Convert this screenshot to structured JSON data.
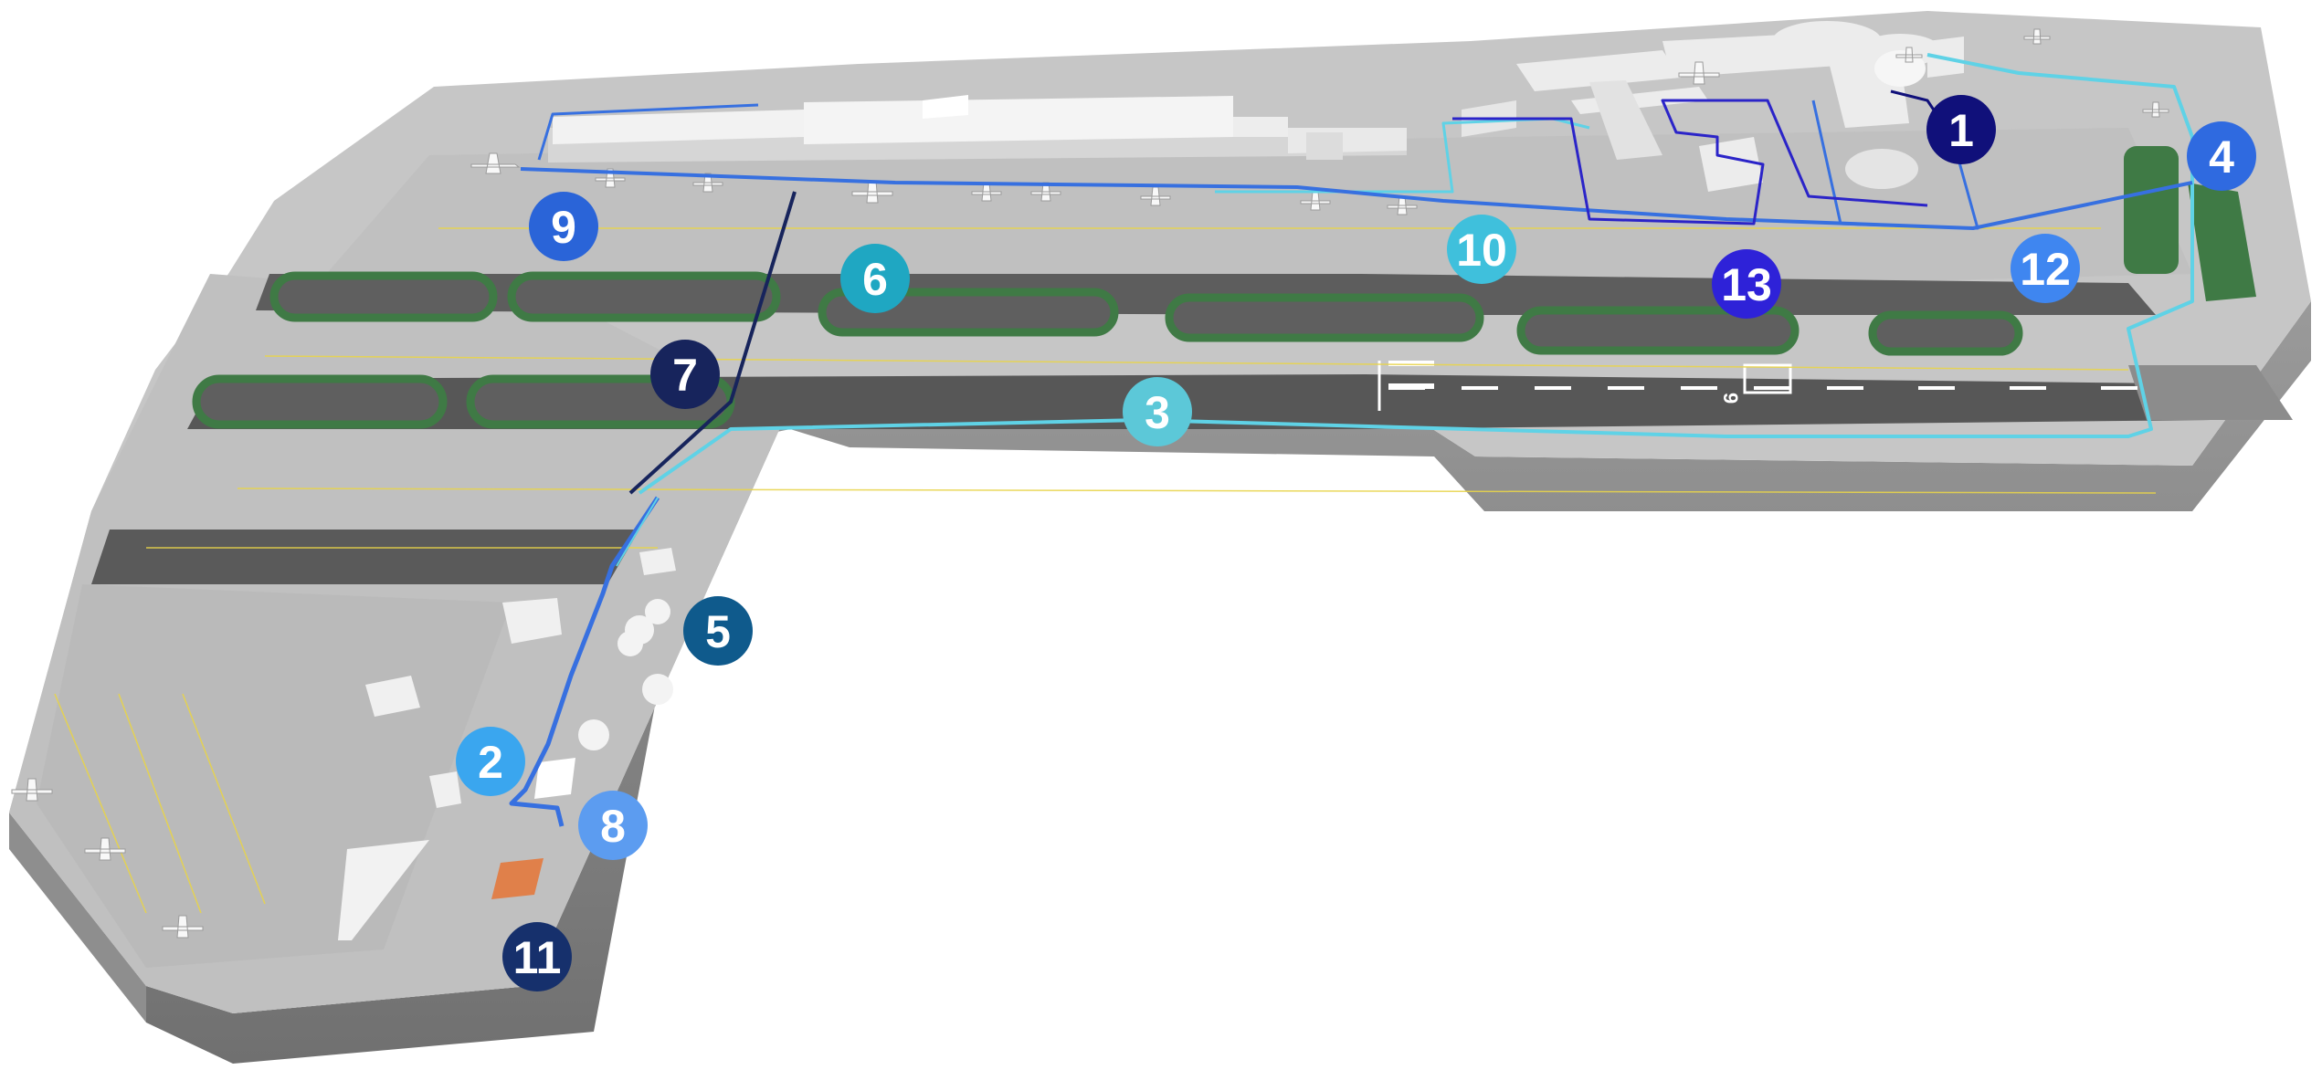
{
  "markers": [
    {
      "id": "1",
      "label": "1",
      "color": "#10107a"
    },
    {
      "id": "2",
      "label": "2",
      "color": "#3aa6ef"
    },
    {
      "id": "3",
      "label": "3",
      "color": "#5cc8d8"
    },
    {
      "id": "4",
      "label": "4",
      "color": "#2f6ae0"
    },
    {
      "id": "5",
      "label": "5",
      "color": "#0f5a8c"
    },
    {
      "id": "6",
      "label": "6",
      "color": "#1fa7c2"
    },
    {
      "id": "7",
      "label": "7",
      "color": "#17245c"
    },
    {
      "id": "8",
      "label": "8",
      "color": "#5c9cf0"
    },
    {
      "id": "9",
      "label": "9",
      "color": "#2a64d8"
    },
    {
      "id": "10",
      "label": "10",
      "color": "#3fc0dc"
    },
    {
      "id": "11",
      "label": "11",
      "color": "#16306c"
    },
    {
      "id": "12",
      "label": "12",
      "color": "#3f86f0"
    },
    {
      "id": "13",
      "label": "13",
      "color": "#2e22d8"
    }
  ],
  "runway_label": "9",
  "colors": {
    "ground": "#c4c4c4",
    "apron": "#b9b9b9",
    "side": "#868686",
    "taxiway": "#595959",
    "grass": "#3b6e42",
    "building": "#ececec"
  }
}
